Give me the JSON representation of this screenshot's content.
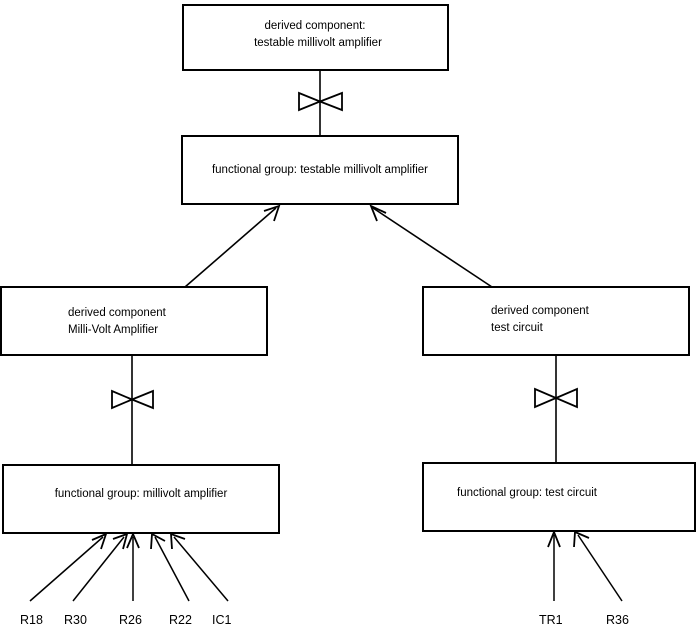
{
  "diagram": {
    "type": "hierarchy-decomposition",
    "background_color": "#ffffff",
    "line_color": "#000000",
    "nodes": {
      "top_derived": {
        "line1": "derived component:",
        "line2": "testable millivolt amplifier"
      },
      "top_functional_group": {
        "label": "functional group: testable millivolt amplifier"
      },
      "left_derived": {
        "line1": "derived component",
        "line2": "Milli-Volt Amplifier"
      },
      "right_derived": {
        "line1": "derived component",
        "line2": "test circuit"
      },
      "left_functional_group": {
        "label": "functional group: millivolt amplifier"
      },
      "right_functional_group": {
        "label": "functional group: test circuit"
      }
    },
    "leaf_labels": {
      "left_group": [
        "R18",
        "R30",
        "R26",
        "R22",
        "IC1"
      ],
      "right_group": [
        "TR1",
        "R36"
      ]
    }
  }
}
